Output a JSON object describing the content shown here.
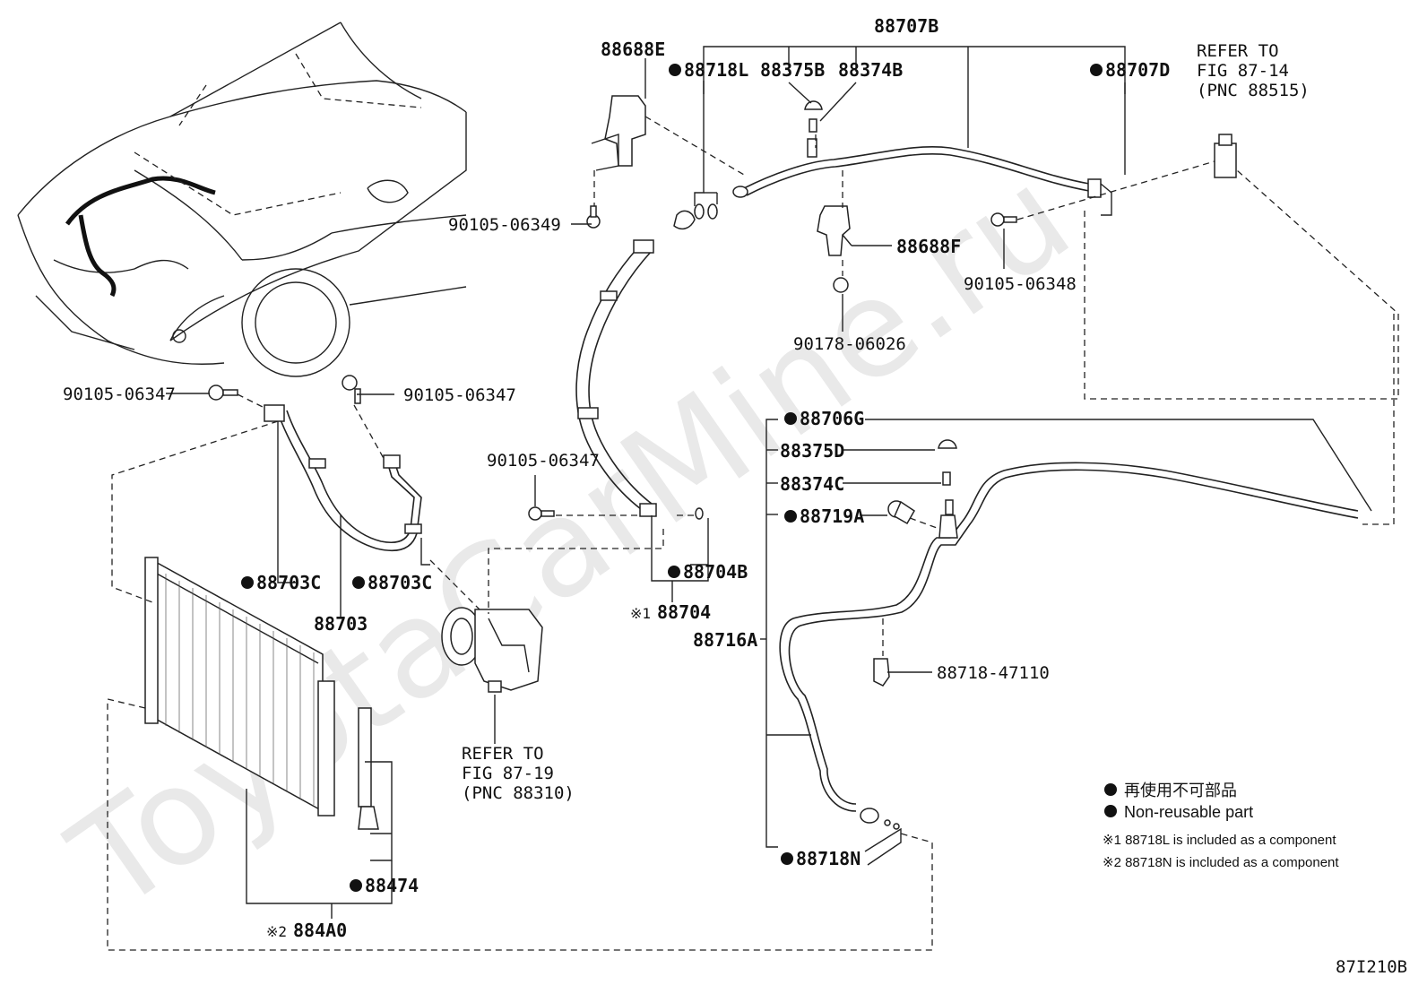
{
  "watermark": "ToyotaCarMine.ru",
  "figure_code": "87I210B",
  "labels": {
    "p88707B": "88707B",
    "p88688E": "88688E",
    "p88718L": "88718L",
    "p88375B": "88375B",
    "p88374B": "88374B",
    "p88707D": "88707D",
    "refer1_line1": "REFER TO",
    "refer1_line2": "FIG 87-14",
    "refer1_line3": "(PNC 88515)",
    "b90105_06349": "90105-06349",
    "p88688F": "88688F",
    "b90105_06348": "90105-06348",
    "b90178_06026": "90178-06026",
    "b90105_06347a": "90105-06347",
    "b90105_06347b": "90105-06347",
    "b90105_06347c": "90105-06347",
    "p88706G": "88706G",
    "p88375D": "88375D",
    "p88374C": "88374C",
    "p88719A": "88719A",
    "p88703C_a": "88703C",
    "p88703C_b": "88703C",
    "p88703": "88703",
    "p88704B": "88704B",
    "p88704_mark": "※1",
    "p88704": "88704",
    "p88716A": "88716A",
    "p88718_47110": "88718-47110",
    "refer2_line1": "REFER TO",
    "refer2_line2": "FIG 87-19",
    "refer2_line3": "(PNC 88310)",
    "p88718N": "88718N",
    "p88474": "88474",
    "p884A0_mark": "※2",
    "p884A0": "884A0"
  },
  "legend": {
    "non_reusable_jp": "再使用不可部品",
    "non_reusable_en": "Non-reusable part",
    "note1": "※1 88718L is included as a component",
    "note2": "※2 88718N is included as a component"
  }
}
